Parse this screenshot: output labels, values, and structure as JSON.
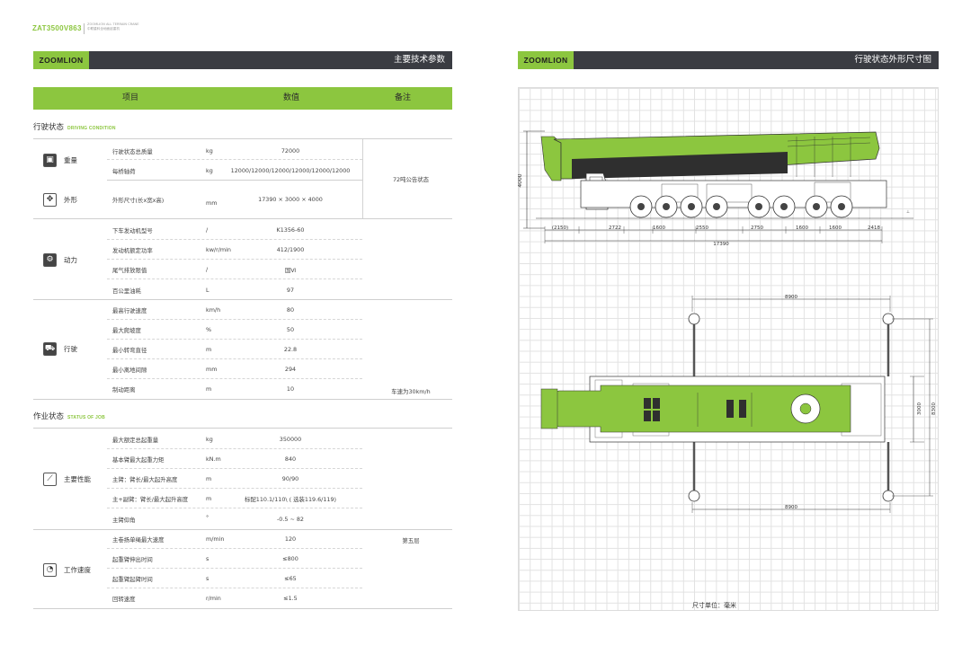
{
  "header": {
    "model": "ZAT3500V863",
    "model_sub_line1": "ZOOMLION ALL TERRAIN CRANE",
    "model_sub_line2": "中联重科全地面起重机",
    "brand": "ZOOMLION",
    "left_title": "主要技术参数",
    "right_title": "行驶状态外形尺寸图"
  },
  "columns": {
    "item": "项目",
    "value": "数值",
    "note": "备注"
  },
  "sections": {
    "driving": {
      "title": "行驶状态",
      "title_en": "DRIVING CONDITION"
    },
    "job": {
      "title": "作业状态",
      "title_en": "STATUS OF JOB"
    }
  },
  "categories": {
    "weight": "重量",
    "shape": "外形",
    "power": "动力",
    "travel": "行驶",
    "performance": "主要性能",
    "speed": "工作速度"
  },
  "rows": [
    {
      "name": "行驶状态总质量",
      "unit": "kg",
      "value": "72000"
    },
    {
      "name": "每桥轴荷",
      "unit": "kg",
      "value": "12000/12000/12000/12000/12000/12000"
    },
    {
      "name": "外形尺寸(长x宽x高)",
      "unit": "mm",
      "value": "17390 × 3000 × 4000"
    },
    {
      "name": "下车发动机型号",
      "unit": "/",
      "value": "K1356-60"
    },
    {
      "name": "发动机额定功率",
      "unit": "kw/r/min",
      "value": "412/1900"
    },
    {
      "name": "尾气排放限值",
      "unit": "/",
      "value": "国Ⅵ"
    },
    {
      "name": "百公里油耗",
      "unit": "L",
      "value": "97"
    },
    {
      "name": "最高行驶速度",
      "unit": "km/h",
      "value": "80"
    },
    {
      "name": "最大爬坡度",
      "unit": "%",
      "value": "50"
    },
    {
      "name": "最小转弯直径",
      "unit": "m",
      "value": "22.8"
    },
    {
      "name": "最小离地间隙",
      "unit": "mm",
      "value": "294"
    },
    {
      "name": "制动距离",
      "unit": "m",
      "value": "10"
    },
    {
      "name": "最大额定总起重量",
      "unit": "kg",
      "value": "350000"
    },
    {
      "name": "基本臂最大起重力矩",
      "unit": "kN.m",
      "value": "840"
    },
    {
      "name": "主臂：臂长/最大起升高度",
      "unit": "m",
      "value": "90/90"
    },
    {
      "name": "主+副臂：臂长/最大起升高度",
      "unit": "m",
      "value": "标配110.1/110\\ ( 选装119.6/119)"
    },
    {
      "name": "主臂仰角",
      "unit": "°",
      "value": "-0.5 ~ 82"
    },
    {
      "name": "主卷扬单绳最大速度",
      "unit": "m/min",
      "value": "120"
    },
    {
      "name": "起重臂伸出时间",
      "unit": "s",
      "value": "≤800"
    },
    {
      "name": "起重臂起臂时间",
      "unit": "s",
      "value": "≤65"
    },
    {
      "name": "回转速度",
      "unit": "r/min",
      "value": "≤1.5"
    }
  ],
  "notes": {
    "weight_shape": "72吨公告状态",
    "brake": "车速为30km/h",
    "hoist": "第五层"
  },
  "side_view": {
    "height": "4000",
    "overall_length": "17390",
    "segments": [
      "(2150)",
      "2722",
      "1600",
      "2550",
      "2750",
      "1600",
      "1600",
      "2418"
    ]
  },
  "top_view": {
    "outrigger_span_top": "8900",
    "outrigger_span_bottom": "8900",
    "width": "3000",
    "outrigger_width": "8300"
  },
  "unit_note": "尺寸单位：毫米",
  "colors": {
    "accent": "#8cc63f",
    "header_bar": "#3a3c42"
  }
}
